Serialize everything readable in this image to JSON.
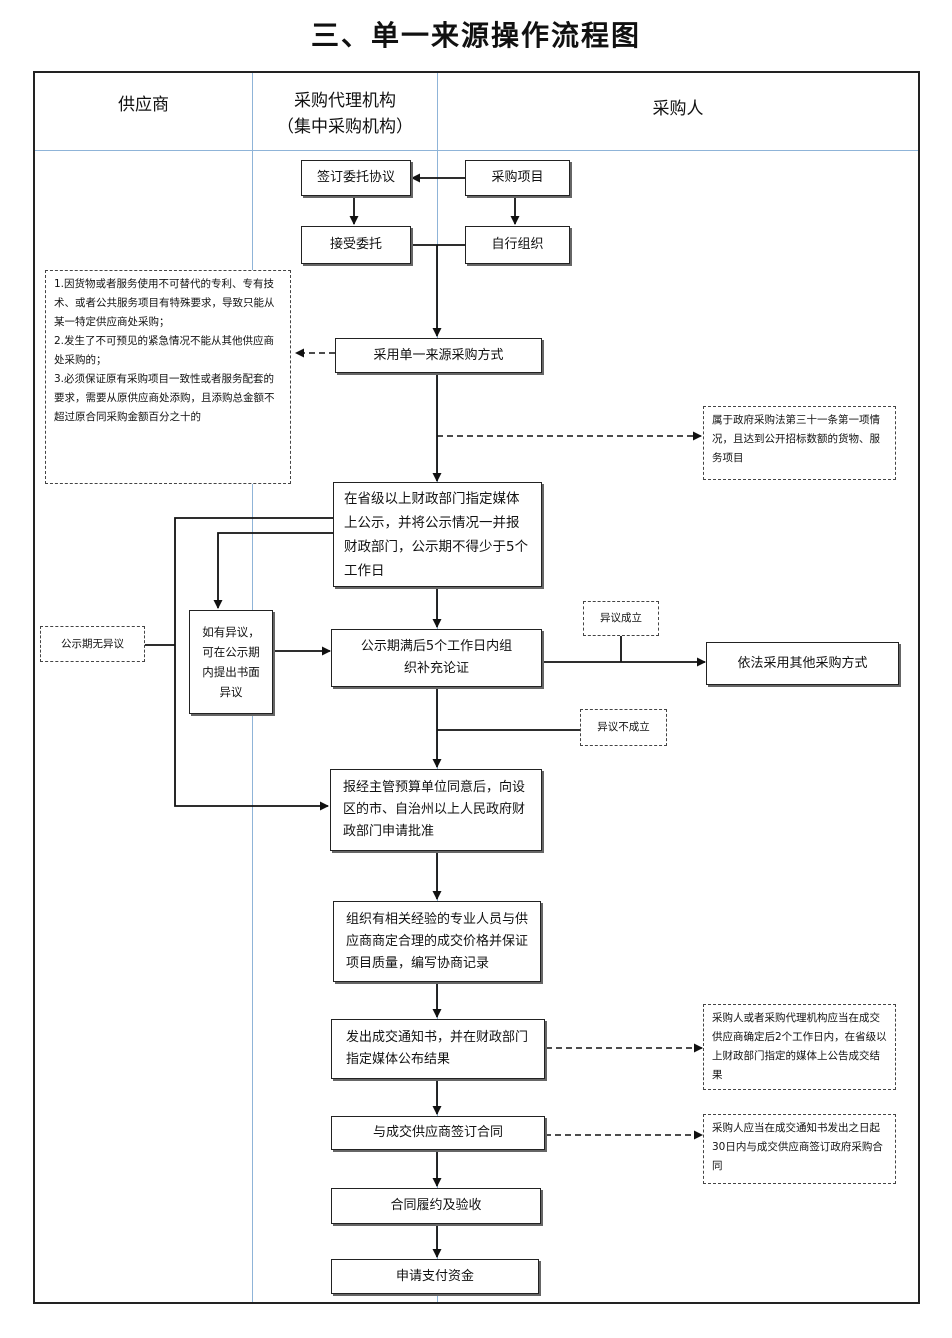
{
  "title": "三、单一来源操作流程图",
  "lanes": {
    "supplier": "供应商",
    "agency_line1": "采购代理机构",
    "agency_line2": "（集中采购机构）",
    "purchaser": "采购人"
  },
  "boxes": {
    "sign_agreement": "签订委托协议",
    "purchase_project": "采购项目",
    "accept_commission": "接受委托",
    "self_organize": "自行组织",
    "adopt_single_source": "采用单一来源采购方式",
    "publicize": "在省级以上财政部门指定媒体上公示，并将公示情况一并报财政部门，公示期不得少于5个工作日",
    "objection_within_period": "如有异议，可在公示期内提出书面异议",
    "supplementary_demo": "公示期满后5个工作日内组织补充论证",
    "use_other_method": "依法采用其他采购方式",
    "apply_approval": "报经主管预算单位同意后，向设区的市、自治州以上人民政府财政部门申请批准",
    "negotiate": "组织有相关经验的专业人员与供应商商定合理的成交价格并保证项目质量，编写协商记录",
    "issue_notice": "发出成交通知书，并在财政部门指定媒体公布结果",
    "sign_contract": "与成交供应商签订合同",
    "perform_accept": "合同履约及验收",
    "apply_payment": "申请支付资金"
  },
  "notes": {
    "conditions": [
      "1.因货物或者服务使用不可替代的专利、专有技术、或者公共服务项目有特殊要求，导致只能从某一特定供应商处采购；",
      "2.发生了不可预见的紧急情况不能从其他供应商处采购的；",
      "3.必须保证原有采购项目一致性或者服务配套的要求，需要从原供应商处添购，且添购总金额不超过原合同采购金额百分之十的"
    ],
    "article_31": "属于政府采购法第三十一条第一项情况，且达到公开招标数额的货物、服务项目",
    "no_objection": "公示期无异议",
    "objection_upheld": "异议成立",
    "objection_rejected": "异议不成立",
    "announce_within_2_days": "采购人或者采购代理机构应当在成交供应商确定后2个工作日内，在省级以上财政部门指定的媒体上公告成交结果",
    "contract_within_30_days": "采购人应当在成交通知书发出之日起30日内与成交供应商签订政府采购合同"
  }
}
